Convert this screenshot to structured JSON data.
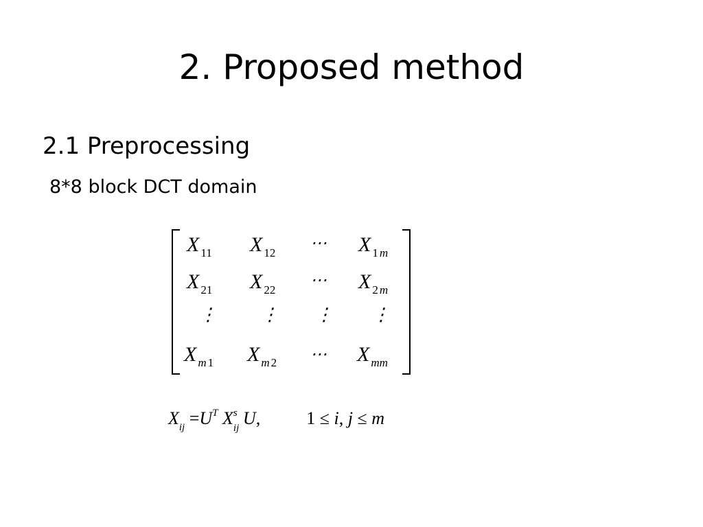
{
  "slide": {
    "title": "2. Proposed method",
    "section_heading": "2.1 Preprocessing",
    "subheading": "8*8 block DCT domain"
  },
  "matrix": {
    "rows": [
      [
        {
          "base": "X",
          "sub": "11"
        },
        {
          "base": "X",
          "sub": "12"
        },
        {
          "dots": "⋯"
        },
        {
          "base": "X",
          "sub_num": "1",
          "sub_var": "m"
        }
      ],
      [
        {
          "base": "X",
          "sub": "21"
        },
        {
          "base": "X",
          "sub": "22"
        },
        {
          "dots": "⋯"
        },
        {
          "base": "X",
          "sub_num": "2",
          "sub_var": "m"
        }
      ],
      [
        {
          "vdots": "⋮"
        },
        {
          "vdots": "⋮"
        },
        {
          "vdots": "⋮"
        },
        {
          "vdots": "⋮"
        }
      ],
      [
        {
          "base": "X",
          "sub_var": "m",
          "sub_num": "1"
        },
        {
          "base": "X",
          "sub_var": "m",
          "sub_num": "2"
        },
        {
          "dots": "⋯"
        },
        {
          "base": "X",
          "sub_var": "mm"
        }
      ]
    ]
  },
  "equation": {
    "lhs_base": "X",
    "lhs_sub": "ij",
    "equals": "=",
    "u": "U",
    "transpose": "T",
    "x_base": "X",
    "x_sup": "s",
    "x_sub": "ij",
    "u2": "U",
    "comma": ",",
    "condition_one": "1",
    "leq": "≤",
    "i": "i",
    "sep": ",",
    "j": "j",
    "leq2": "≤",
    "m": "m"
  }
}
